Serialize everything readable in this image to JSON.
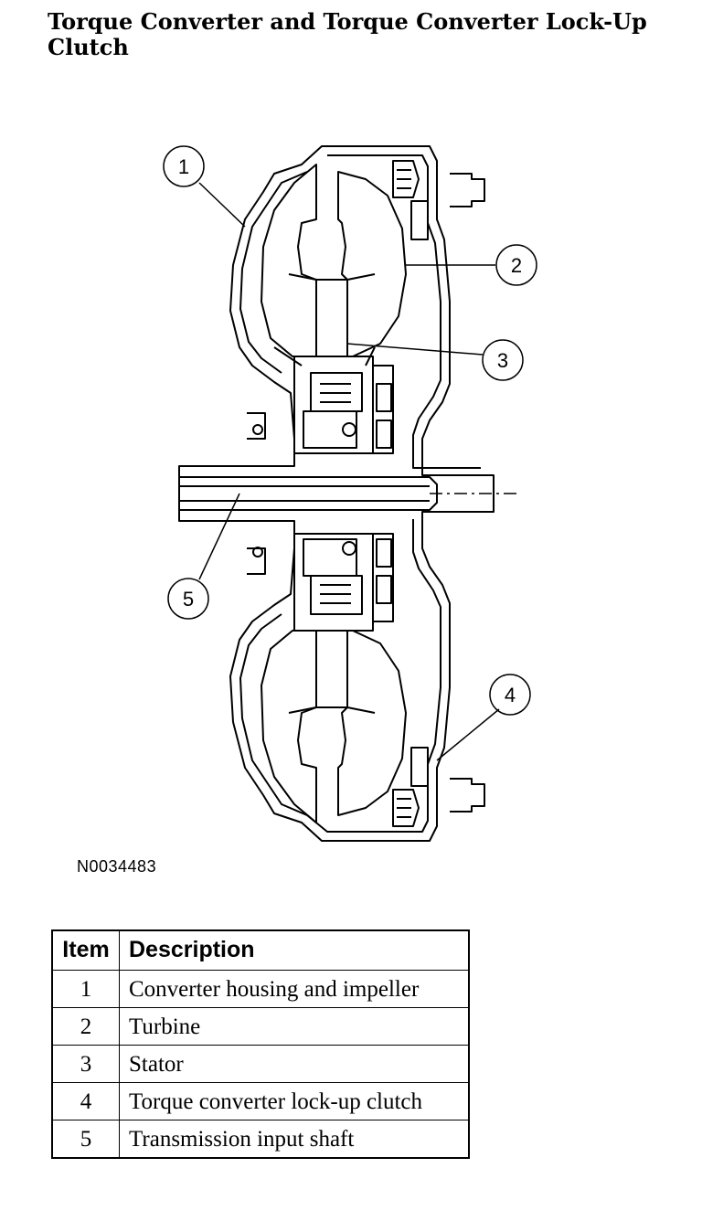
{
  "title": "Torque Converter and Torque Converter Lock-Up Clutch",
  "figure_id": "N0034483",
  "callouts": [
    "1",
    "2",
    "3",
    "4",
    "5"
  ],
  "table": {
    "headers": [
      "Item",
      "Description"
    ],
    "rows": [
      {
        "item": "1",
        "description": "Converter housing and impeller"
      },
      {
        "item": "2",
        "description": "Turbine"
      },
      {
        "item": "3",
        "description": "Stator"
      },
      {
        "item": "4",
        "description": "Torque converter lock-up clutch"
      },
      {
        "item": "5",
        "description": "Transmission input shaft"
      }
    ]
  }
}
